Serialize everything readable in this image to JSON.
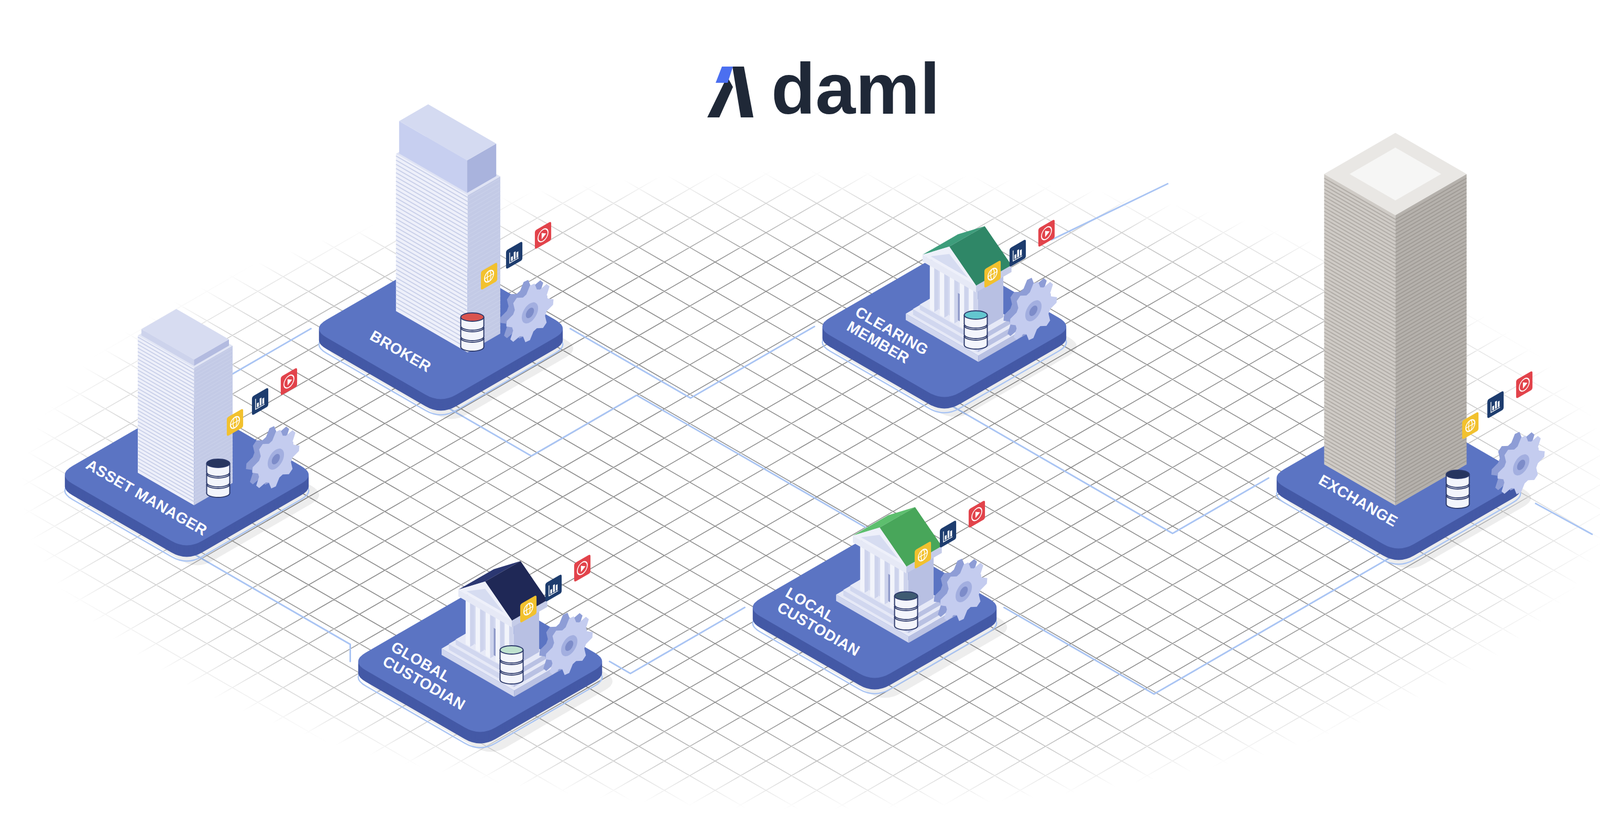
{
  "diagram": {
    "title": "daml",
    "nodes": [
      {
        "text": [
          "BROKER"
        ]
      },
      {
        "text": [
          "CLEARING MEMBER"
        ]
      },
      {
        "text": [
          "ASSET MANAGER"
        ]
      },
      {
        "text": [
          "EXCHANGE"
        ]
      },
      {
        "text": [
          "GLOBAL CUSTODIAN"
        ]
      },
      {
        "text": [
          "LOCAL CUSTODIAN"
        ]
      }
    ],
    "edges": [
      {
        "from": 2,
        "to": 0,
        "arrow": "none"
      },
      {
        "from": 0,
        "to": 1,
        "arrow": "none"
      },
      {
        "from": 1,
        "to": 3,
        "arrow": "none"
      },
      {
        "from": 2,
        "to": 4,
        "arrow": "none"
      },
      {
        "from": 4,
        "to": 5,
        "arrow": "none"
      },
      {
        "from": 5,
        "to": 3,
        "arrow": "none"
      },
      {
        "from": 0,
        "to": 5,
        "arrow": "none"
      }
    ]
  }
}
